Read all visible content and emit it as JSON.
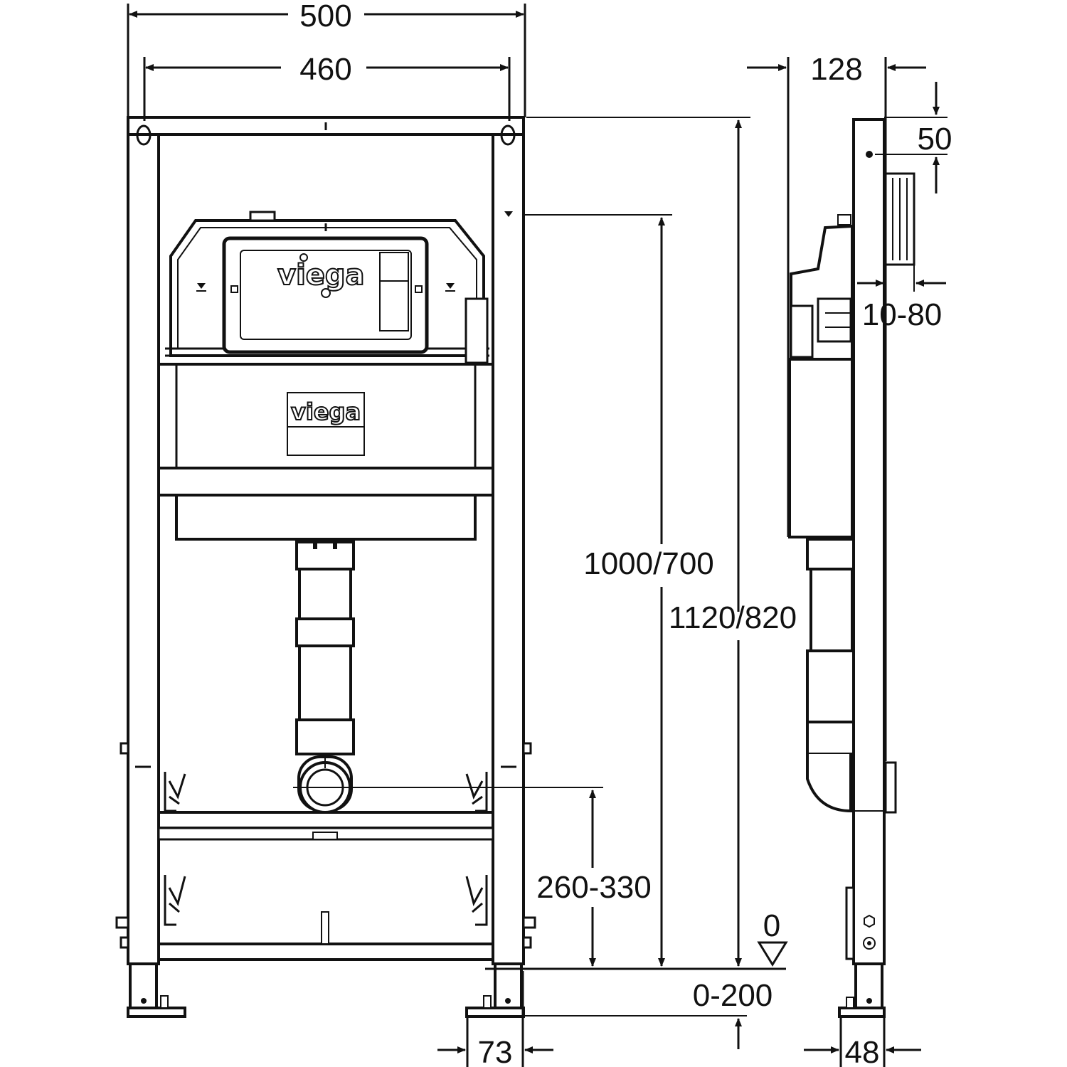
{
  "drawing": {
    "brand": "viega",
    "dimensions": {
      "overall_width": "500",
      "bracket_spacing": "460",
      "depth": "128",
      "bracket_height": "50",
      "wall_spacing": "10-80",
      "cistern_height": "1000/700",
      "frame_height": "1120/820",
      "drain_height": "260-330",
      "floor_zero": "0",
      "foot_adjust": "0-200",
      "foot_width": "73",
      "frame_depth": "48"
    }
  }
}
